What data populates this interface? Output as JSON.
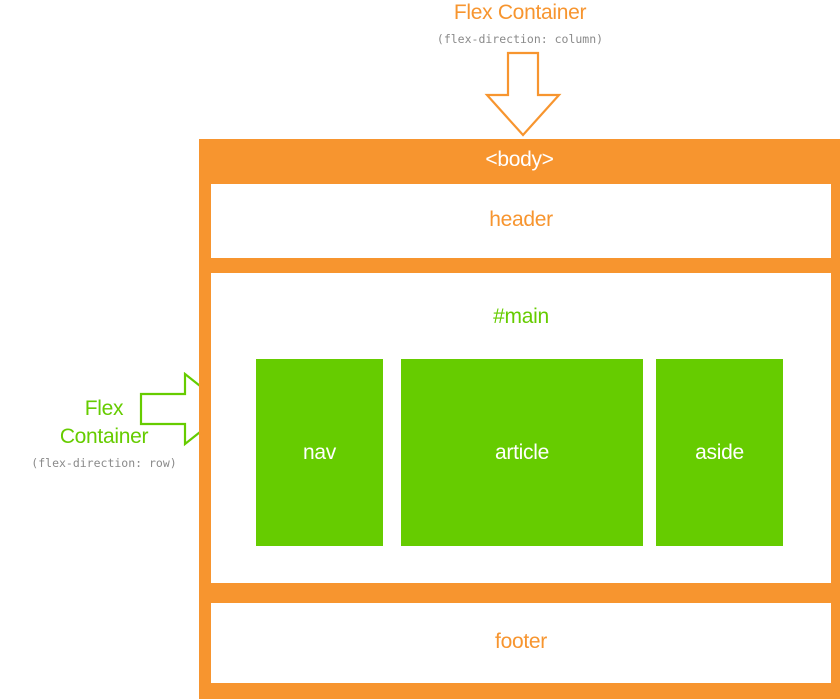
{
  "column_annotation": {
    "title": "Flex Container",
    "subtitle": "(flex-direction: column)"
  },
  "row_annotation": {
    "title_line1": "Flex",
    "title_line2": "Container",
    "subtitle": "(flex-direction: row)"
  },
  "body": {
    "label": "<body>",
    "header": "header",
    "main": {
      "label": "#main",
      "items": [
        "nav",
        "article",
        "aside"
      ]
    },
    "footer": "footer"
  },
  "colors": {
    "orange": "#f7952f",
    "green": "#66cc00",
    "gray_text": "#8a8a8a",
    "white": "#ffffff"
  }
}
